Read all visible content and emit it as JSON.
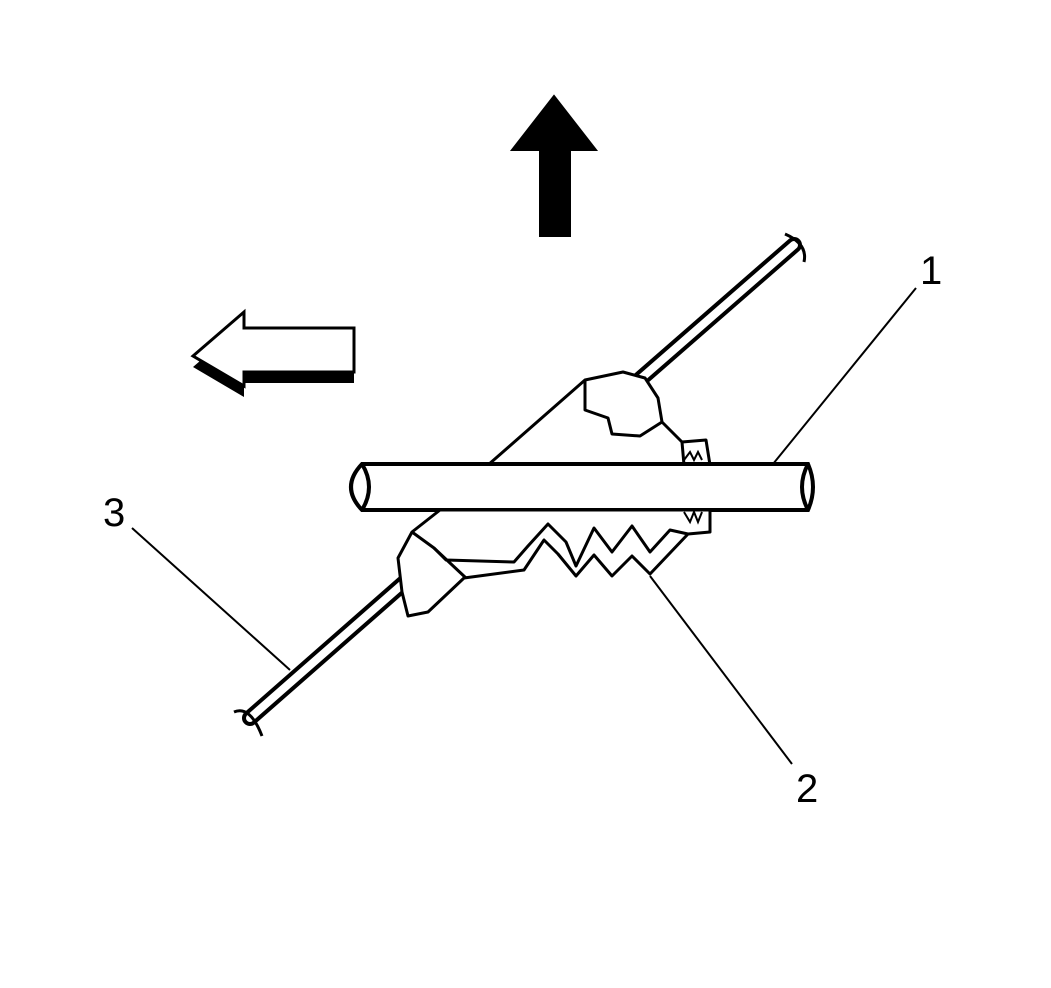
{
  "diagram": {
    "callouts": [
      {
        "number": "1",
        "part": "grommet-bar"
      },
      {
        "number": "2",
        "part": "grommet"
      },
      {
        "number": "3",
        "part": "rod"
      }
    ],
    "arrows": [
      {
        "name": "up-arrow",
        "style": "solid"
      },
      {
        "name": "left-arrow",
        "style": "outlined-3d"
      }
    ],
    "colors": {
      "stroke": "#000000",
      "fill": "#ffffff",
      "background": "#ffffff"
    }
  }
}
